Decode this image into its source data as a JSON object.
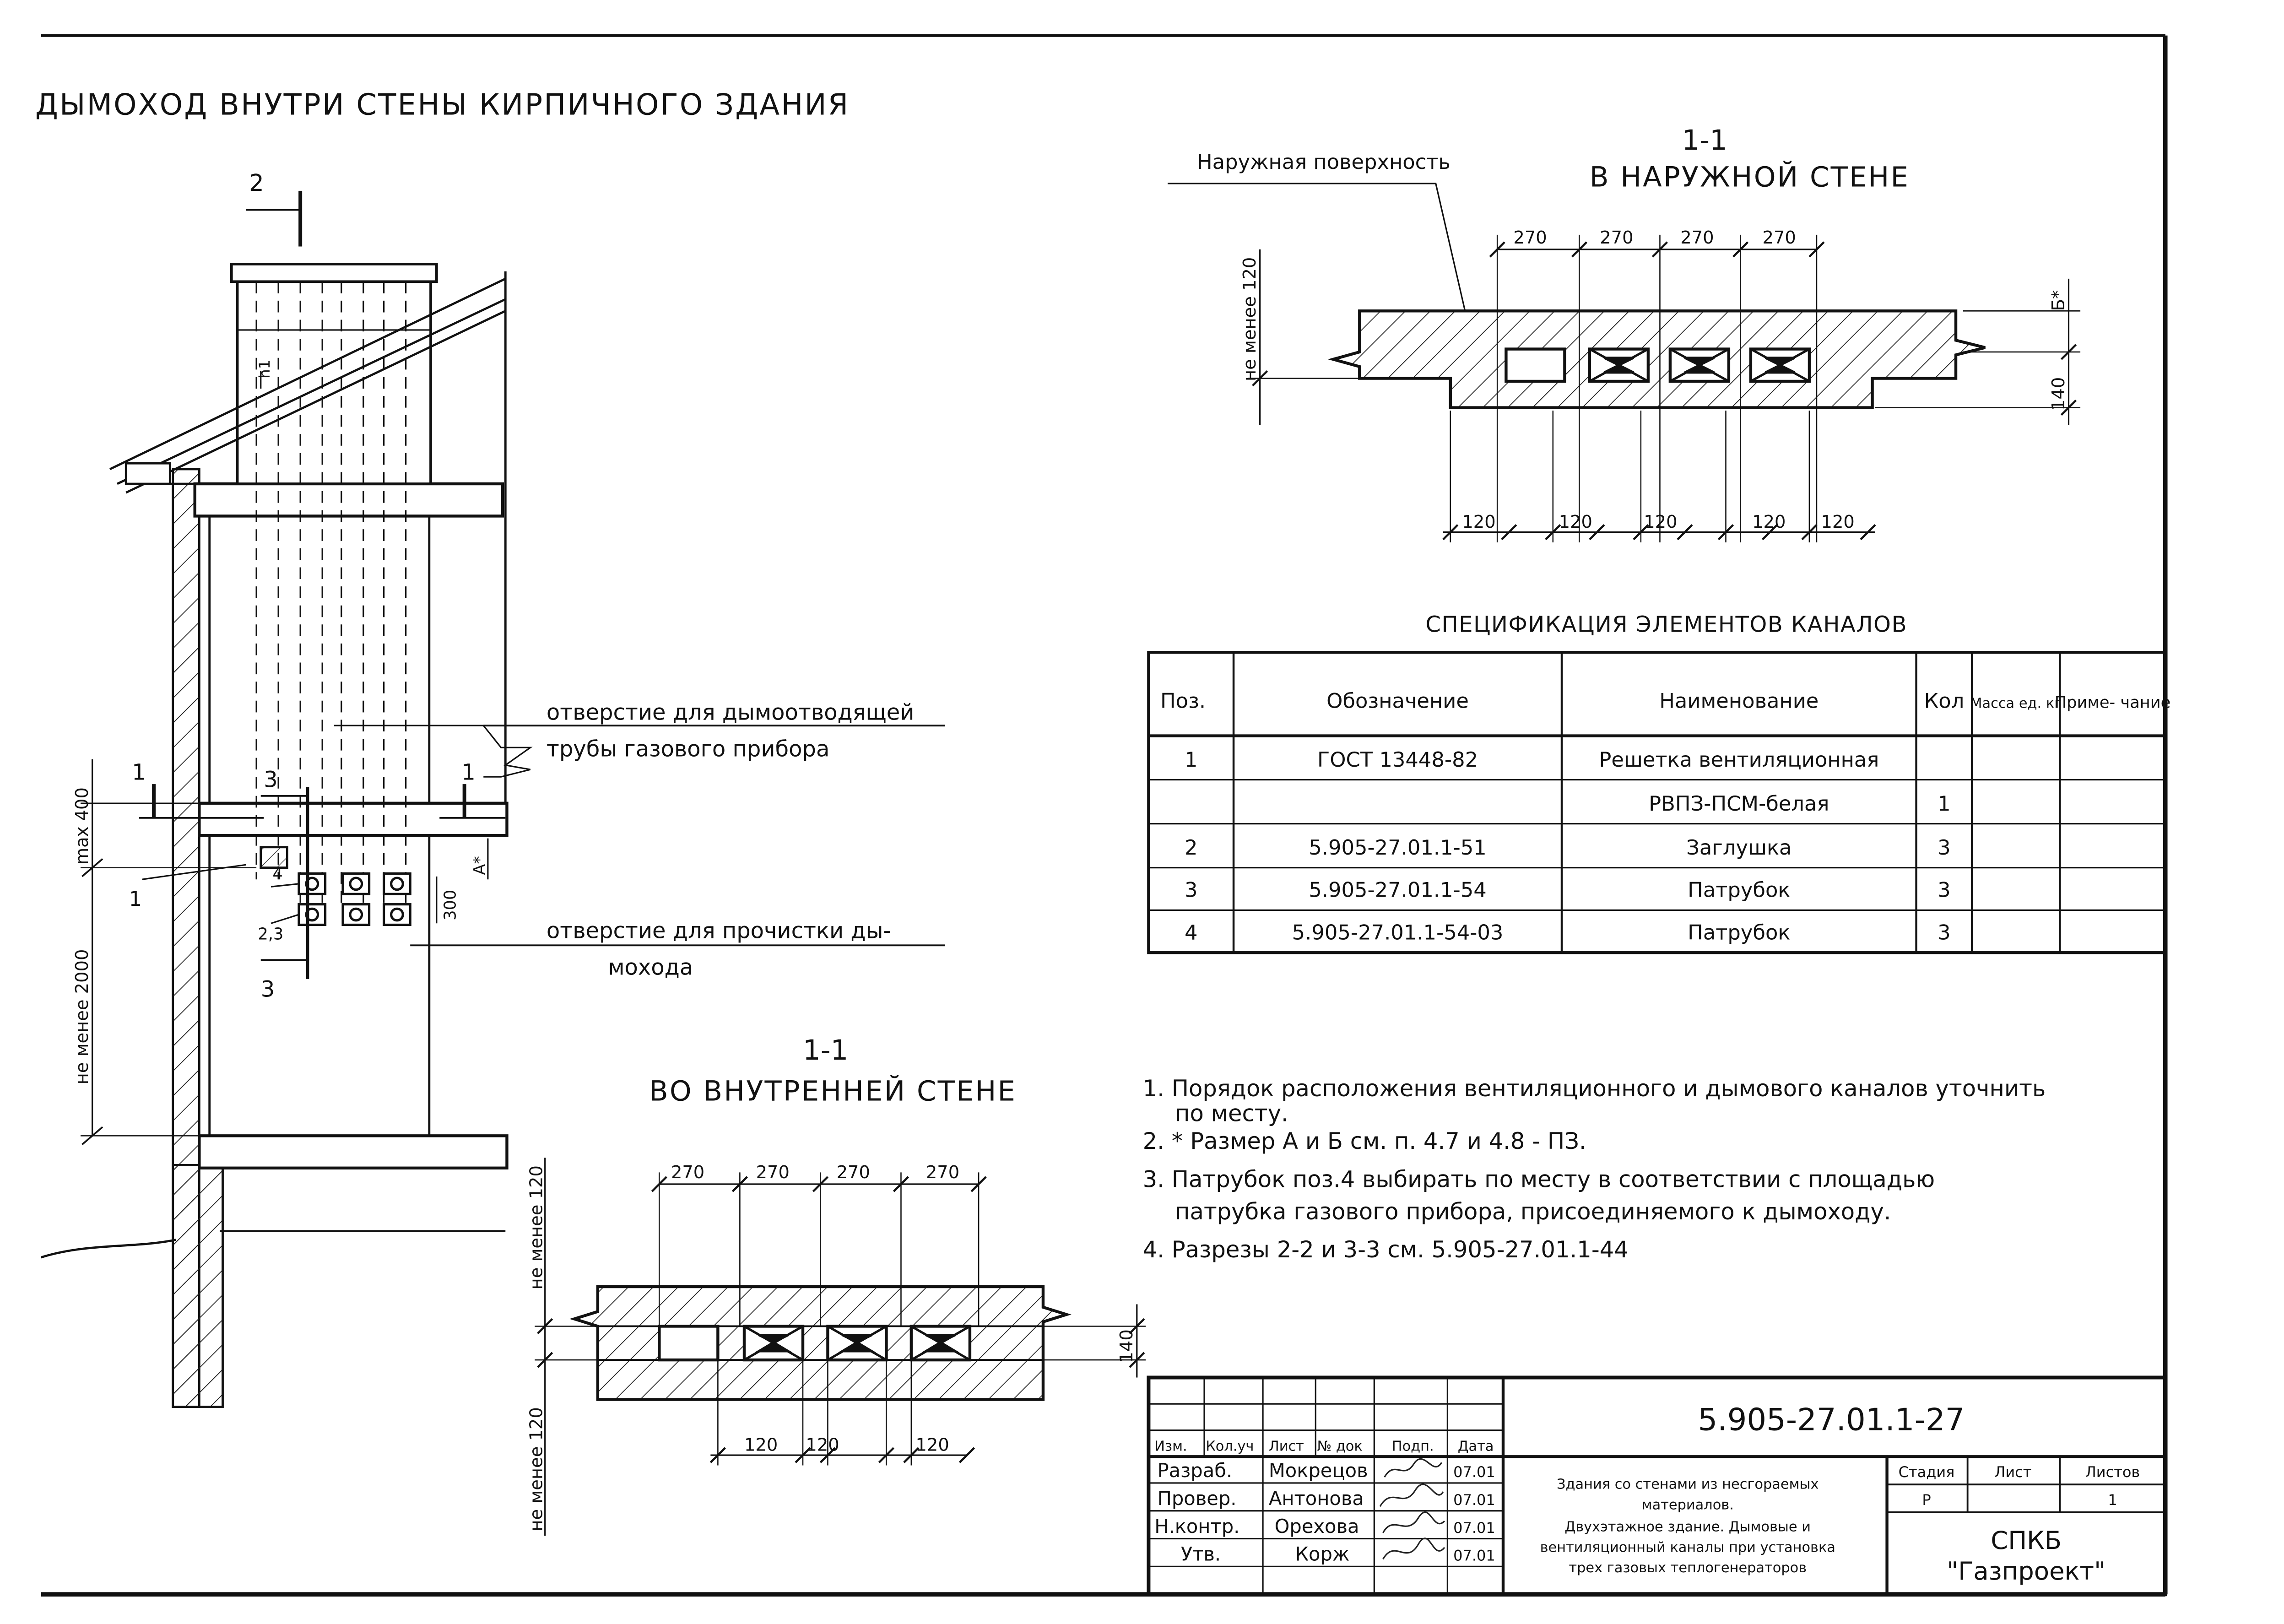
{
  "sheet_title": "ДЫМОХОД ВНУТРИ СТЕНЫ КИРПИЧНОГО ЗДАНИЯ",
  "elevation": {
    "mark_2": "2",
    "mark_1": "1",
    "mark_3": "3",
    "label_1": "1",
    "label_4": "4",
    "label_23": "2,3",
    "dim_max400": "max 400",
    "dim_min2000": "не менее 2000",
    "dim_300": "300",
    "dim_a": "А*",
    "dim_roof": "h1",
    "callout_smoke_line1": "отверстие для дымоотводящей",
    "callout_smoke_line2": "трубы газового прибора",
    "callout_clean_line1": "отверстие для прочистки ды-",
    "callout_clean_line2": "мохода"
  },
  "outer": {
    "title_num": "1-1",
    "title": "В НАРУЖНОЙ СТЕНЕ",
    "leader": "Наружная поверхность",
    "dim_top": [
      "270",
      "270",
      "270",
      "270"
    ],
    "dim_bottom": [
      "120",
      "120",
      "120",
      "120",
      "120"
    ],
    "dim_min120": "не менее 120",
    "dim_b": "Б*",
    "dim_140": "140"
  },
  "inner": {
    "title_num": "1-1",
    "title": "ВО ВНУТРЕННЕЙ СТЕНЕ",
    "dim_top": [
      "270",
      "270",
      "270",
      "270"
    ],
    "dim_bottom": [
      "120",
      "120",
      "120"
    ],
    "dim_min120_top": "не менее 120",
    "dim_min120_bottom": "не менее 120",
    "dim_140": "140"
  },
  "spec": {
    "title": "СПЕЦИФИКАЦИЯ ЭЛЕМЕНТОВ КАНАЛОВ",
    "headers": [
      "Поз.",
      "Обозначение",
      "Наименование",
      "Кол",
      "Масса ед. кг",
      "Приме- чание"
    ],
    "rows": [
      [
        "1",
        "ГОСТ 13448-82",
        "Решетка вентиляционная",
        "",
        "",
        ""
      ],
      [
        "",
        "",
        "РВПЗ-ПСМ-белая",
        "1",
        "",
        ""
      ],
      [
        "2",
        "5.905-27.01.1-51",
        "Заглушка",
        "3",
        "",
        ""
      ],
      [
        "3",
        "5.905-27.01.1-54",
        "Патрубок",
        "3",
        "",
        ""
      ],
      [
        "4",
        "5.905-27.01.1-54-03",
        "Патрубок",
        "3",
        "",
        ""
      ]
    ]
  },
  "notes": [
    "1. Порядок расположения вентиляционного и дымового каналов уточнить",
    "по месту.",
    "2. * Размер А и Б см. п. 4.7 и 4.8 - ПЗ.",
    "3. Патрубок поз.4 выбирать по месту в соответствии с площадью",
    "патрубка газового прибора, присоединяемого к дымоходу.",
    "4. Разрезы 2-2 и 3-3 см. 5.905-27.01.1-44"
  ],
  "title_block": {
    "code": "5.905-27.01.1-27",
    "col_headers": [
      "Изм.",
      "Кол.уч",
      "Лист",
      "№ док",
      "Подп.",
      "Дата"
    ],
    "people": [
      {
        "role": "Разраб.",
        "name": "Мокрецов",
        "date": "07.01"
      },
      {
        "role": "Провер.",
        "name": "Антонова",
        "date": "07.01"
      },
      {
        "role": "Н.контр.",
        "name": "Орехова",
        "date": "07.01"
      },
      {
        "role": "Утв.",
        "name": "Корж",
        "date": "07.01"
      }
    ],
    "description": [
      "Здания со стенами из несгораемых",
      "материалов.",
      "Двухэтажное здание. Дымовые и",
      "вентиляционный каналы при установка",
      "трех газовых теплогенераторов"
    ],
    "stage_headers": [
      "Стадия",
      "Лист",
      "Листов"
    ],
    "stage_values": [
      "Р",
      "",
      "1"
    ],
    "org_line1": "СПКБ",
    "org_line2": "\"Газпроект\""
  }
}
